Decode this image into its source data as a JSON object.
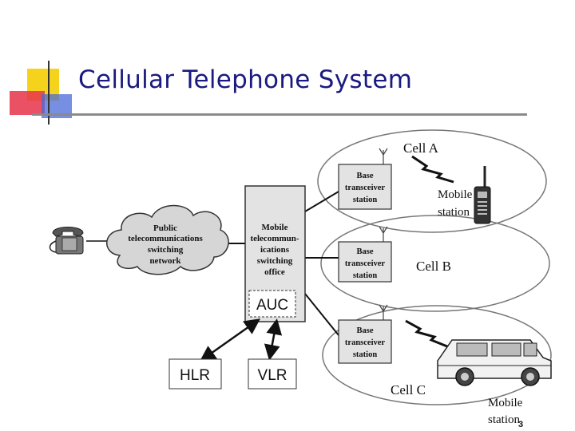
{
  "slide": {
    "title": "Cellular Telephone System",
    "page_number": "3"
  },
  "diagram": {
    "network_cloud": [
      "Public",
      "telecommunications",
      "switching",
      "network"
    ],
    "mtso": [
      "Mobile",
      "telecommun-",
      "ications",
      "switching",
      "office"
    ],
    "auc": "AUC",
    "hlr": "HLR",
    "vlr": "VLR",
    "bts_label": [
      "Base",
      "transceiver",
      "station"
    ],
    "cells": {
      "a": "Cell A",
      "b": "Cell B",
      "c": "Cell C"
    },
    "mobile_station": [
      "Mobile",
      "station"
    ]
  },
  "colors": {
    "title": "#1a1a80",
    "accent_yellow": "#f5d31c",
    "accent_red": "#e8324a",
    "accent_blue": "#4a6ad8",
    "box_fill": "#e3e3e3",
    "cloud_fill": "#d6d6d6"
  }
}
